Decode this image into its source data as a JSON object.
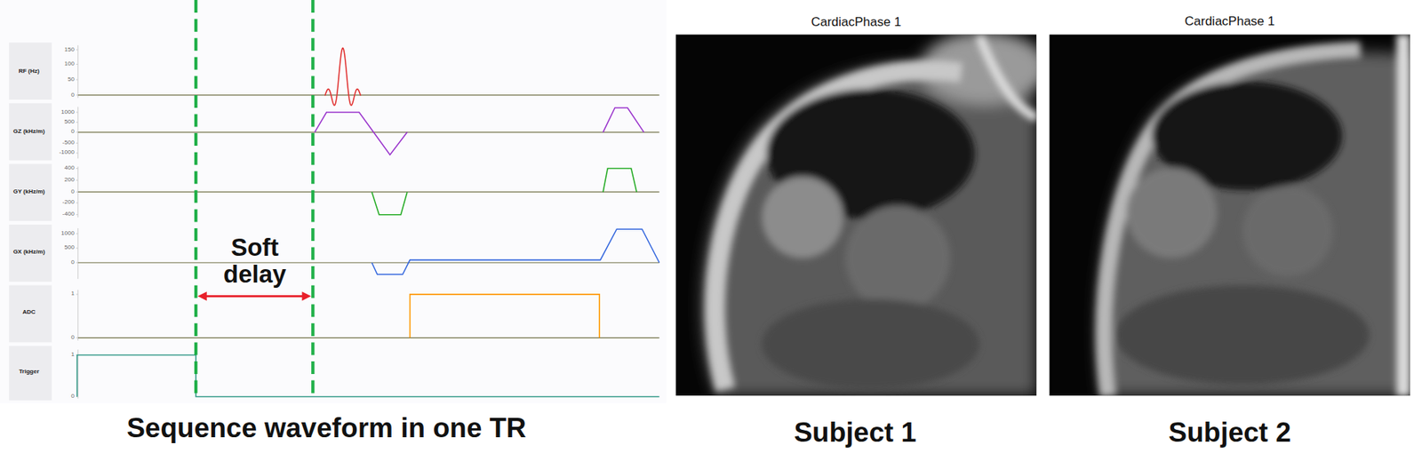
{
  "diagram": {
    "labels": [
      "RF (Hz)",
      "150",
      "100",
      "50",
      "0",
      "GZ (kHz/m)",
      "1000",
      "500",
      "0",
      "-500",
      "-1000",
      "GY (kHz/m)",
      "400",
      "200",
      "0",
      "-200",
      "-400",
      "GX (kHz/m)",
      "1000",
      "500",
      "0",
      "ADC",
      "1",
      "0",
      "Trigger",
      "1",
      "0",
      "Soft delay",
      "Sequence waveform in one TR",
      "CardiacPhase 1",
      "CardiacPhase 1",
      "Subject 1",
      "Subject 2"
    ]
  }
}
